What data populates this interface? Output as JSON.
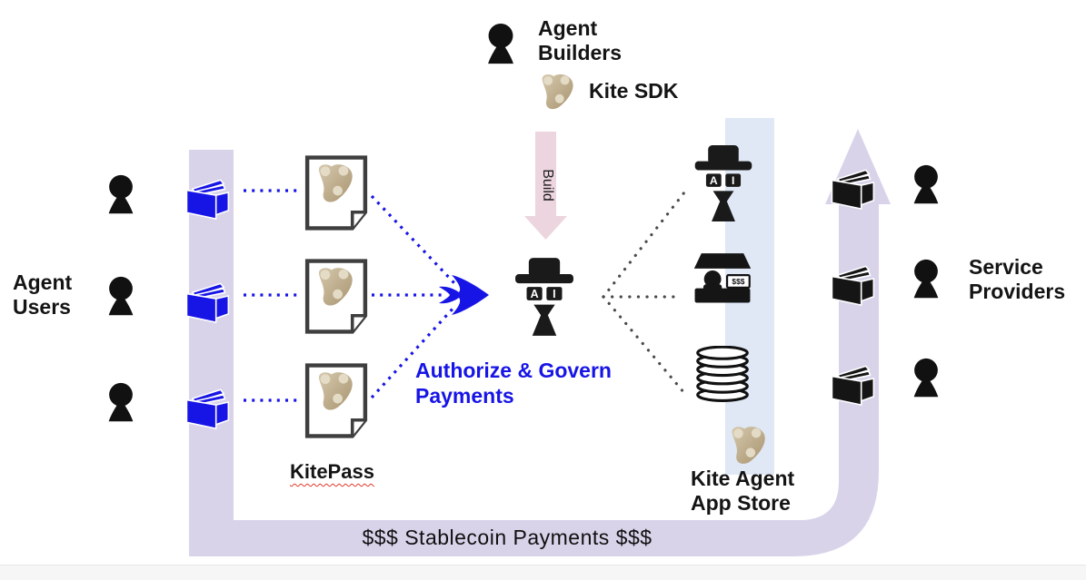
{
  "diagram": {
    "agent_builders": {
      "line1": "Agent",
      "line2": "Builders"
    },
    "kite_sdk_label": "Kite SDK",
    "build_label": "Build",
    "agent_users": {
      "line1": "Agent",
      "line2": "Users"
    },
    "kitepass_label": "KitePass",
    "authorize": {
      "line1": "Authorize & Govern",
      "line2": "Payments"
    },
    "app_store": {
      "line1": "Kite Agent",
      "line2": "App Store"
    },
    "service_providers": {
      "line1": "Service",
      "line2": "Providers"
    },
    "stablecoin_label": "$$$ Stablecoin Payments $$$",
    "icons": {
      "ai_lens_left": "A",
      "ai_lens_right": "I",
      "vendor_sign": "$$$"
    },
    "counts": {
      "agent_users": 3,
      "kitepass_docs": 3,
      "app_store_items": 3,
      "service_providers": 3
    }
  },
  "colors": {
    "accent_blue": "#1714e6",
    "ribbon_lavender": "#d9d3ea",
    "band_lightblue": "#e0e8f6",
    "build_pink": "#ecd5de",
    "ink": "#141414",
    "squiggle_red": "#e03a2b",
    "kite_tan_light": "#d6c9ae",
    "kite_tan_dark": "#a8946f",
    "kite_dot": "#e6ddc9"
  }
}
